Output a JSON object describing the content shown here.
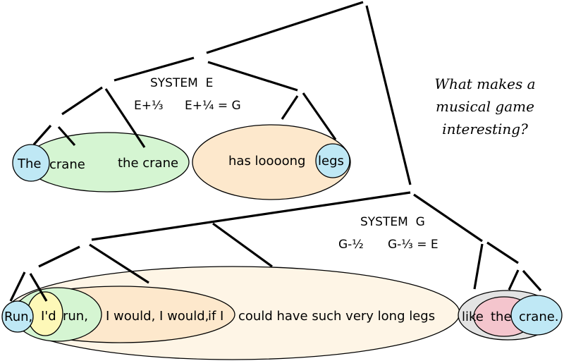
{
  "upper": {
    "system_label": "SYSTEM  E",
    "eq1": "E+⅓",
    "eq2": "E+¼ = G",
    "words": {
      "w1": "The",
      "w2": "crane",
      "w3": "the crane",
      "w4": "has loooong",
      "w5": "legs"
    }
  },
  "lower": {
    "system_label": "SYSTEM  G",
    "eq1": "G-½",
    "eq2": "G-⅓ = E",
    "words": {
      "w1": "Run,",
      "w2": "I'd",
      "w3": "run,",
      "w4": "I would, I would,",
      "w5": "if I",
      "w6": "could have such very long legs",
      "w7": "like",
      "w8": "the",
      "w9": "crane."
    }
  },
  "question": {
    "line1": "What makes a",
    "line2": "musical game",
    "line3": "interesting?"
  },
  "colors": {
    "green": "#d5f5d2",
    "peach": "#fde8cc",
    "blue": "#bfe8f5",
    "yellow": "#fdf8b8",
    "light_peach": "#fef5e6",
    "gray": "#e3e3e3",
    "pink": "#f4c5cd"
  }
}
